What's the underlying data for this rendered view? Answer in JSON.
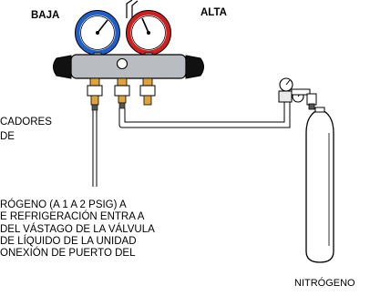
{
  "labels": {
    "low_gauge": "BAJA",
    "high_gauge": "ALTA",
    "left_note": [
      "CADORES",
      "DE"
    ],
    "nitrogen": "NITRÓGENO"
  },
  "paragraph": [
    "RÓGENO (A 1 A 2 PSIG) A",
    "E REFRIGERACIÓN ENTRA A",
    "DEL VÁSTAGO DE LA VÁLVULA",
    "DE LÍQUIDO DE LA UNIDAD",
    "ONEXIÓN DE PUERTO DEL"
  ],
  "colors": {
    "low_gauge_ring": "#1f5fc8",
    "high_gauge_ring": "#d11f1f",
    "manifold_body": "#b9bdc1",
    "end_caps": "#111111",
    "brass_fitting": "#e0a33c"
  }
}
